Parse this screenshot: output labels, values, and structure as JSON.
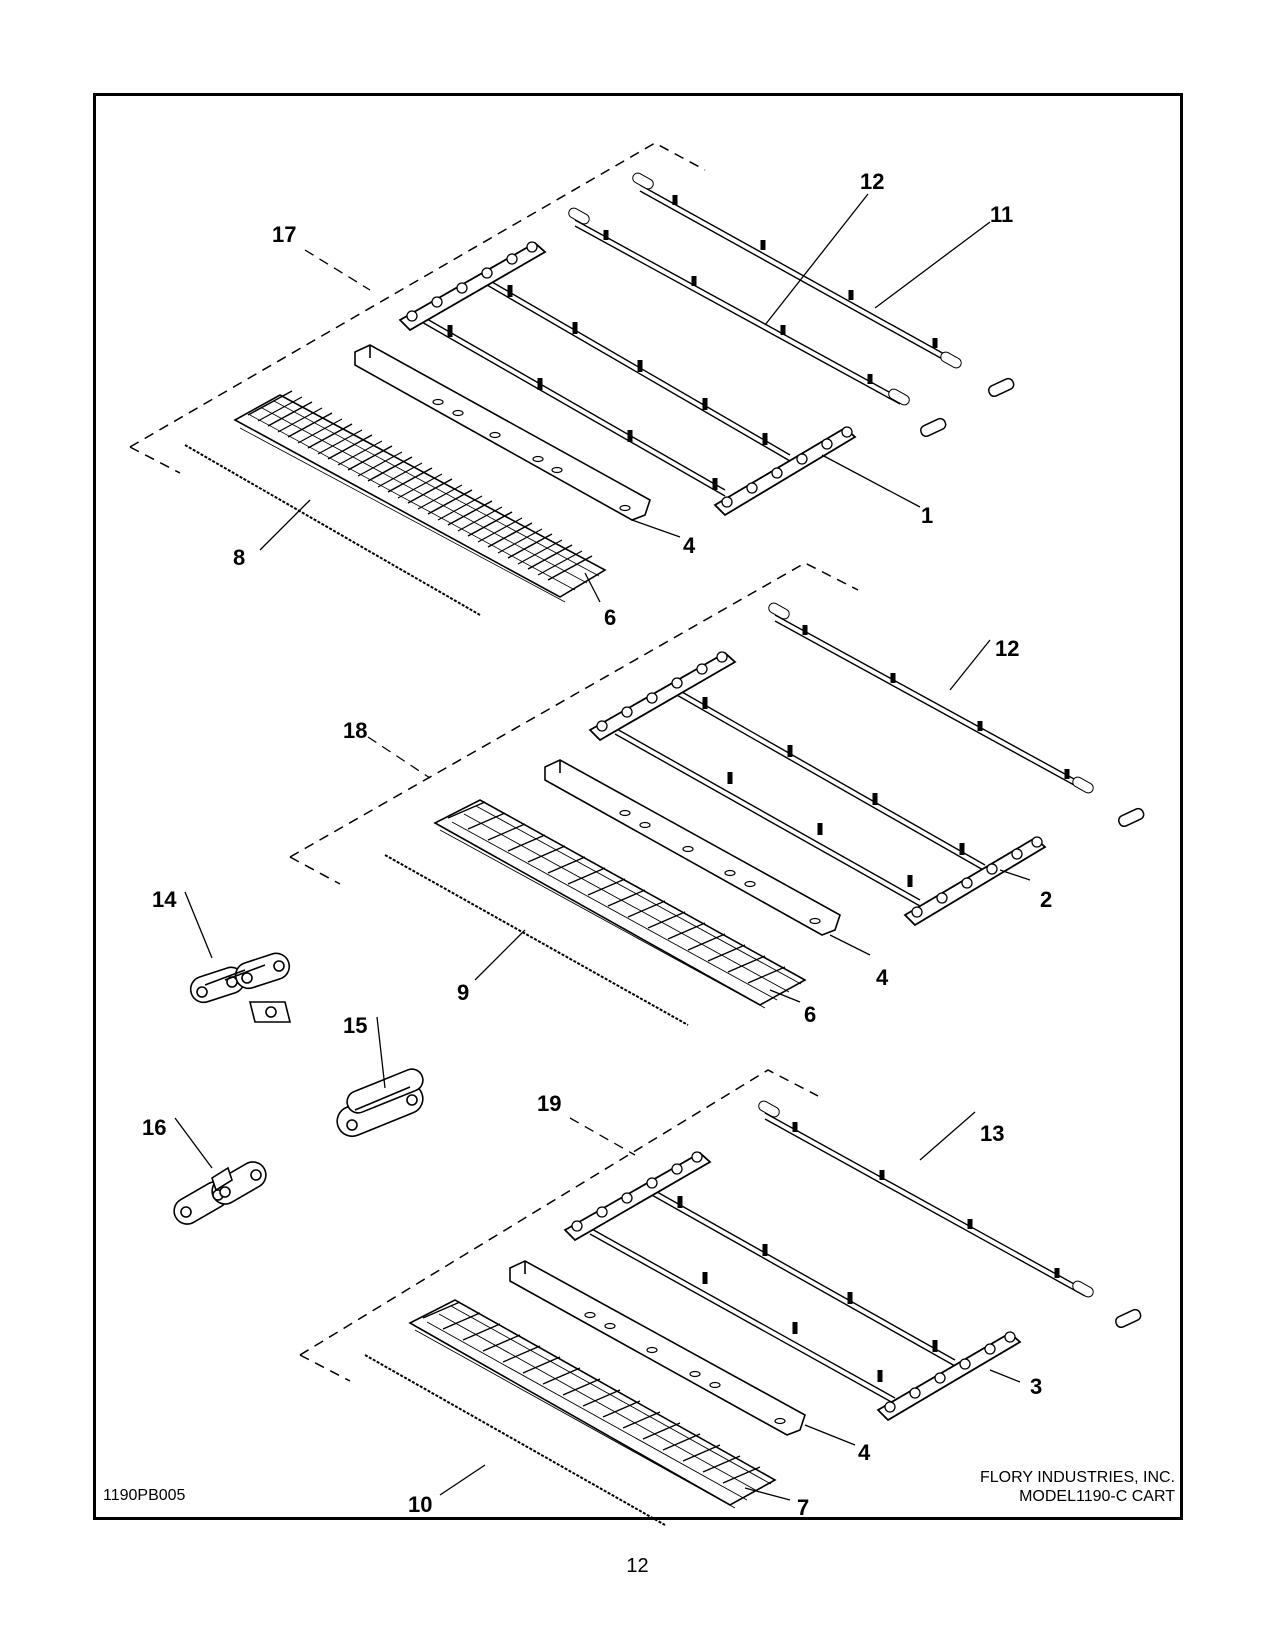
{
  "drawing_code": "1190PB005",
  "company": "FLORY INDUSTRIES, INC.",
  "model": "MODEL1190-C CART",
  "page_number": "12",
  "callouts": {
    "c1": "1",
    "c2": "2",
    "c3": "3",
    "c4a": "4",
    "c4b": "4",
    "c4c": "4",
    "c6a": "6",
    "c6b": "6",
    "c7": "7",
    "c8": "8",
    "c9": "9",
    "c10": "10",
    "c11": "11",
    "c12a": "12",
    "c12b": "12",
    "c13": "13",
    "c14": "14",
    "c15": "15",
    "c16": "16",
    "c17": "17",
    "c18": "18",
    "c19": "19"
  }
}
